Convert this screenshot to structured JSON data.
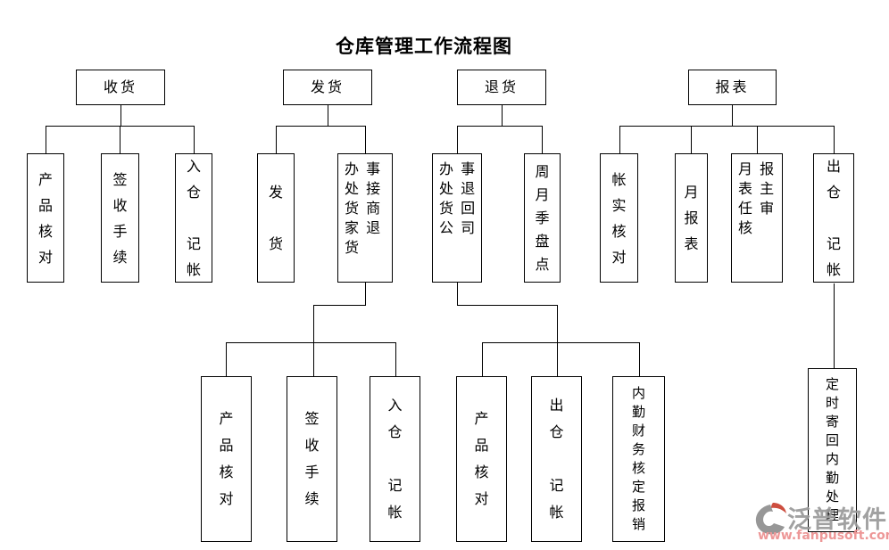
{
  "title": "仓库管理工作流程图",
  "colors": {
    "background": "#ffffff",
    "box_fill": "#ffffff",
    "box_border": "#000000",
    "line": "#000000",
    "title_text": "#000000",
    "watermark_brand": "#9a9a9a",
    "watermark_url": "#ec8f8f",
    "logo_gray": "#8f8f8f",
    "logo_red": "#c9402f"
  },
  "nodes": {
    "receiving": {
      "label": "收货"
    },
    "shipping": {
      "label": "发货"
    },
    "returns": {
      "label": "退货"
    },
    "reports": {
      "label": "报表"
    },
    "product_check_1": {
      "label": "产\n品\n核\n对"
    },
    "signoff_1": {
      "label": "签\n收\n手\n续"
    },
    "inbound_entry_1": {
      "label": "入\n仓\n\n记\n帐"
    },
    "ship_goods": {
      "label": "发\n\n货"
    },
    "office_pickup_return": {
      "label": "办 事\n处 接\n货 商\n家 退\n货"
    },
    "office_return_company": {
      "label": "办 事\n处 退\n货 回\n公 司"
    },
    "periodic_stocktake": {
      "label": "周\n月\n季\n盘\n点"
    },
    "account_check": {
      "label": "帐\n实\n核\n对"
    },
    "monthly_report": {
      "label": "月\n报\n表"
    },
    "report_director_review": {
      "label": "月 报\n表 主\n任 审\n核"
    },
    "outbound_entry_1": {
      "label": "出\n仓\n\n记\n帐"
    },
    "product_check_2": {
      "label": "产\n品\n核\n对"
    },
    "signoff_2": {
      "label": "签\n收\n手\n续"
    },
    "inbound_entry_2": {
      "label": "入\n仓\n\n记\n帐"
    },
    "product_check_3": {
      "label": "产\n品\n核\n对"
    },
    "outbound_entry_2": {
      "label": "出\n仓\n\n记\n帐"
    },
    "internal_finance_approval": {
      "label": "内\n勤\n财\n务\n核\n定\n报\n销"
    },
    "mail_back_internal": {
      "label": "定\n时\n寄\n回\n内\n勤\n处\n理"
    }
  },
  "watermark": {
    "logo_icon": "fanpu-swoosh-icon",
    "brand": "泛普软件",
    "url": "www.fanpusoft.com"
  }
}
